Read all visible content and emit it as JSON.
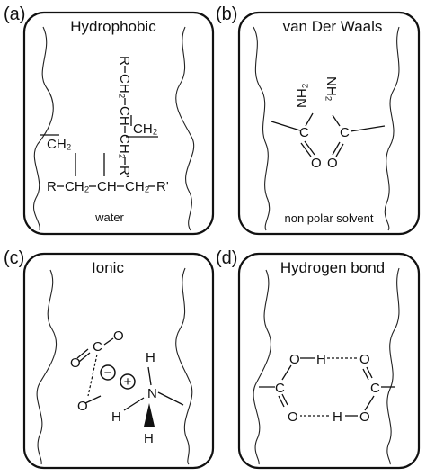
{
  "panels": {
    "a": {
      "letter": "(a)",
      "title": "Hydrophobic",
      "solvent": "water",
      "chain1": [
        "R",
        "CH₂",
        "CH",
        "CH₂",
        "R'"
      ],
      "branch_ch2": "CH₂",
      "chain2": [
        "R",
        "CH₂",
        "CH",
        "CH₂",
        "R'"
      ],
      "branch2_ch2": "CH₂"
    },
    "b": {
      "letter": "(b)",
      "title": "van Der Waals",
      "solvent": "non polar solvent",
      "atom_c": "C",
      "atom_o": "O",
      "nh2": "NH₂"
    },
    "c": {
      "letter": "(c)",
      "title": "Ionic",
      "atom_o": "O",
      "atom_c": "C",
      "atom_n": "N",
      "atom_h": "H",
      "minus": "−",
      "plus": "+"
    },
    "d": {
      "letter": "(d)",
      "title": "Hydrogen bond",
      "atom_o": "O",
      "atom_c": "C",
      "atom_h": "H"
    }
  }
}
